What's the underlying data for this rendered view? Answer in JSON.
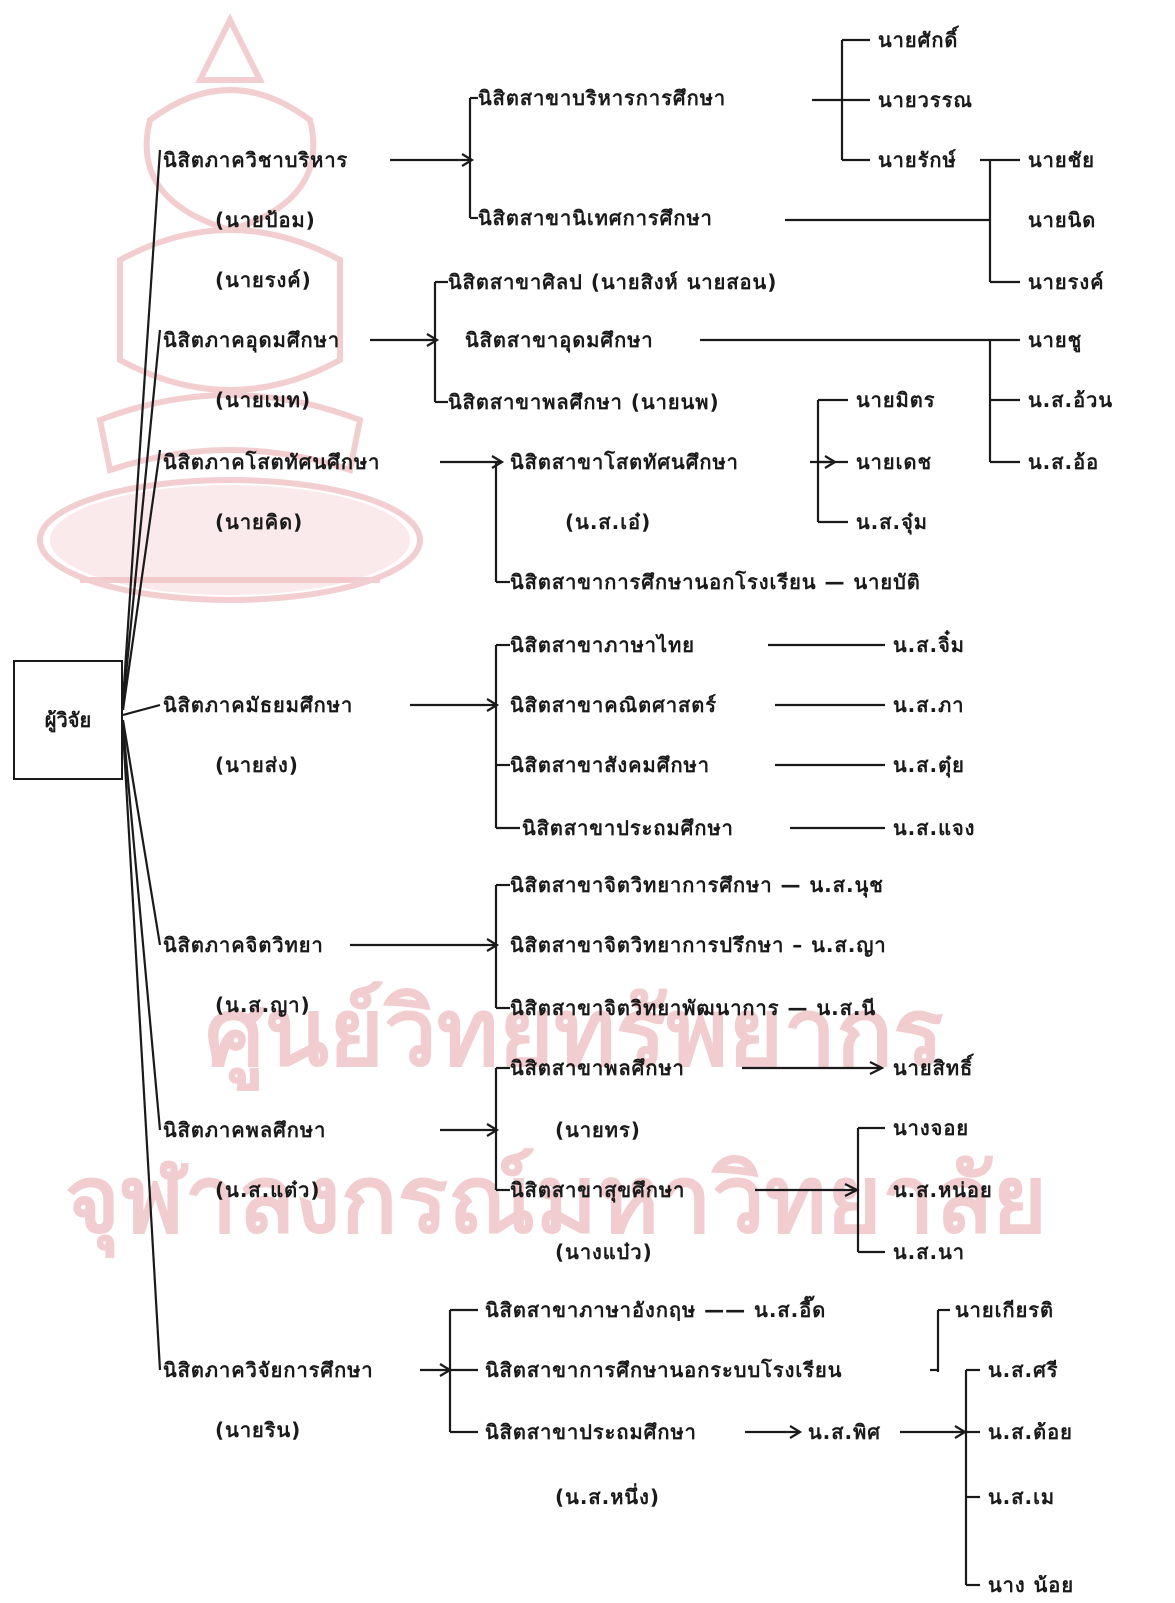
{
  "root": "ผู้วิจัย",
  "watermark": {
    "line1": "ศูนย์วิทยทรัพยากร",
    "line2": "จุฬาลงกรณ์มหาวิทยาลัย"
  },
  "departments": [
    {
      "name": "นิสิตภาควิชาบริหาร",
      "leaders": [
        "(นายป้อม)",
        "(นายรงค์)"
      ]
    },
    {
      "name": "นิสิตภาคอุดมศึกษา",
      "leaders": [
        "(นายเมท)"
      ]
    },
    {
      "name": "นิสิตภาคโสตทัศนศึกษา",
      "leaders": [
        "(นายคิด)"
      ]
    },
    {
      "name": "นิสิตภาคมัธยมศึกษา",
      "leaders": [
        "(นายส่ง)"
      ]
    },
    {
      "name": "นิสิตภาคจิตวิทยา",
      "leaders": [
        "(น.ส.ญา)"
      ]
    },
    {
      "name": "นิสิตภาคพลศึกษา",
      "leaders": [
        "(น.ส.แต๋ว)"
      ]
    },
    {
      "name": "นิสิตภาควิจัยการศึกษา",
      "leaders": [
        "(นายริน)"
      ]
    }
  ],
  "branches": {
    "admin": [
      "นิสิตสาขาบริหารการศึกษา",
      "นิสิตสาขานิเทศการศึกษา"
    ],
    "higher": [
      "นิสิตสาขาศิลป (นายสิงห์ นายสอน)",
      "นิสิตสาขาอุดมศึกษา",
      "นิสิตสาขาพลศึกษา (นายนพ)"
    ],
    "av": [
      "นิสิตสาขาโสตทัศนศึกษา",
      "(น.ส.เอ๋)",
      "นิสิตสาขาการศึกษานอกโรงเรียน — นายบัติ"
    ],
    "secondary": [
      "นิสิตสาขาภาษาไทย",
      "นิสิตสาขาคณิตศาสตร์",
      "นิสิตสาขาสังคมศึกษา",
      "นิสิตสาขาประถมศึกษา"
    ],
    "psych": [
      "นิสิตสาขาจิตวิทยาการศึกษา — น.ส.นุช",
      "นิสิตสาขาจิตวิทยาการปรึกษา – น.ส.ญา",
      "นิสิตสาขาจิตวิทยาพัฒนาการ — น.ส.นี"
    ],
    "pe": [
      "นิสิตสาขาพลศึกษา",
      "(นายทร)",
      "นิสิตสาขาสุขศึกษา",
      "(นางแบ๋ว)"
    ],
    "research": [
      "นิสิตสาขาภาษาอังกฤษ —— น.ส.อี๊ด",
      "นิสิตสาขาการศึกษานอกระบบโรงเรียน",
      "นิสิตสาขาประถมศึกษา",
      "(น.ส.หนึ่ง)"
    ]
  },
  "people": {
    "admin_a": [
      "นายศักดิ์",
      "นายวรรณ",
      "นายรักษ์"
    ],
    "admin_b": [
      "นายชัย",
      "นายนิด",
      "นายรงค์"
    ],
    "higher": [
      "นายชู",
      "น.ส.อ้วน",
      "น.ส.อ้อ"
    ],
    "pe_staff": [
      "นายมิตร",
      "นายเดช",
      "น.ส.จุ๋ม"
    ],
    "secondary": [
      "น.ส.จิ๋ม",
      "น.ส.ภา",
      "น.ส.ตุ๋ย",
      "น.ส.แจง"
    ],
    "pe_single": "นายสิทธิ์",
    "pe_group": [
      "นางจอย",
      "น.ส.หน่อย",
      "น.ส.นา"
    ],
    "research_top": "นายเกียรติ",
    "research_mid": "น.ส.พิศ",
    "research_group": [
      "น.ส.ศรี",
      "น.ส.ต้อย",
      "น.ส.เม",
      "นาง น้อย"
    ]
  }
}
